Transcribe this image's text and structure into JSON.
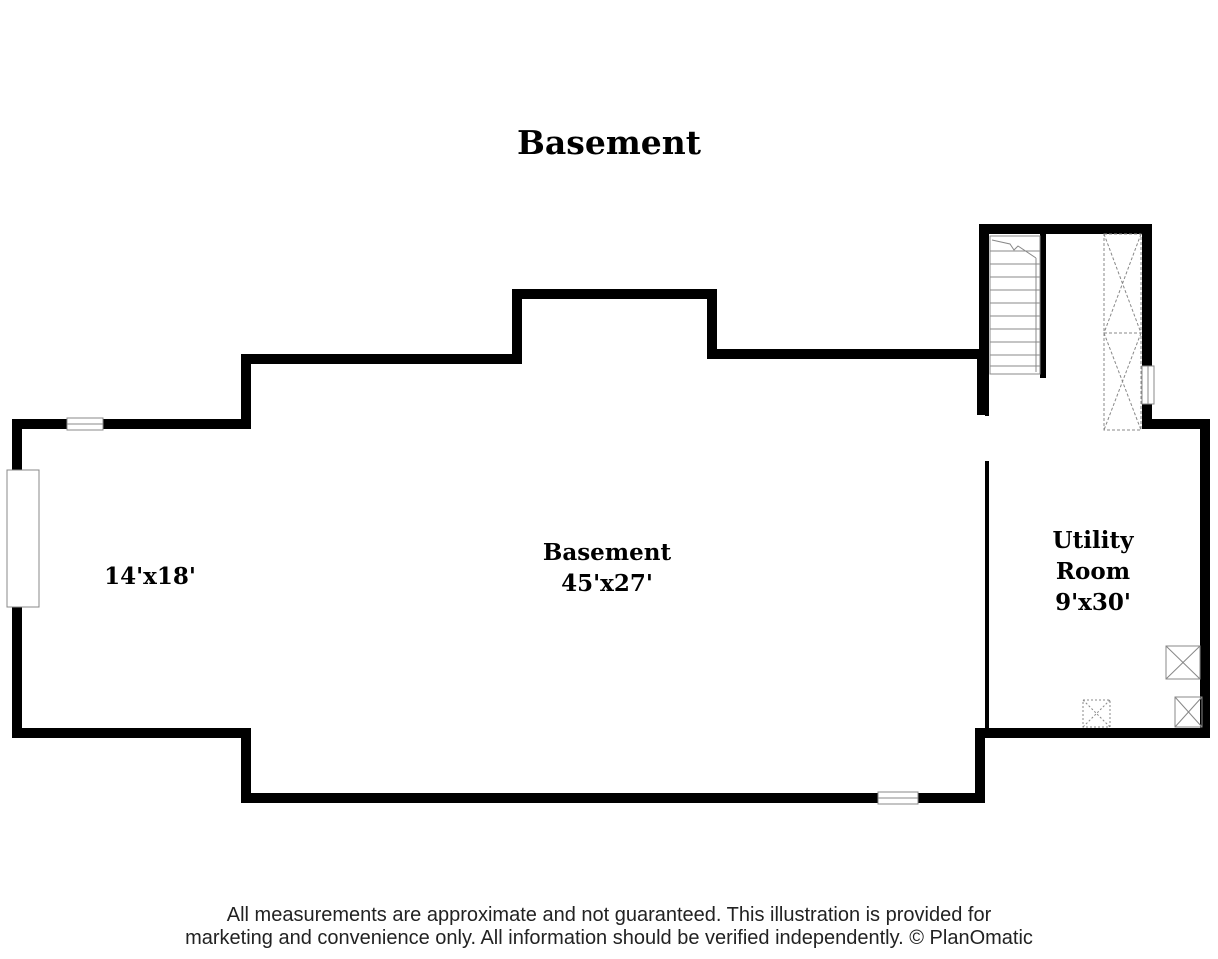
{
  "floor_title": "Basement",
  "rooms": [
    {
      "name": "",
      "dimensions": "14'x18'"
    },
    {
      "name": "Basement",
      "dimensions": "45'x27'"
    },
    {
      "name_line1": "Utility",
      "name_line2": "Room",
      "dimensions": "9'x30'"
    }
  ],
  "footer": {
    "line1": "All measurements are approximate and not guaranteed. This illustration is provided for",
    "line2": "marketing and convenience only. All information should be verified independently. © PlanOmatic"
  },
  "colors": {
    "wall": "#000000",
    "background": "#ffffff",
    "fixture_line": "#888888"
  }
}
